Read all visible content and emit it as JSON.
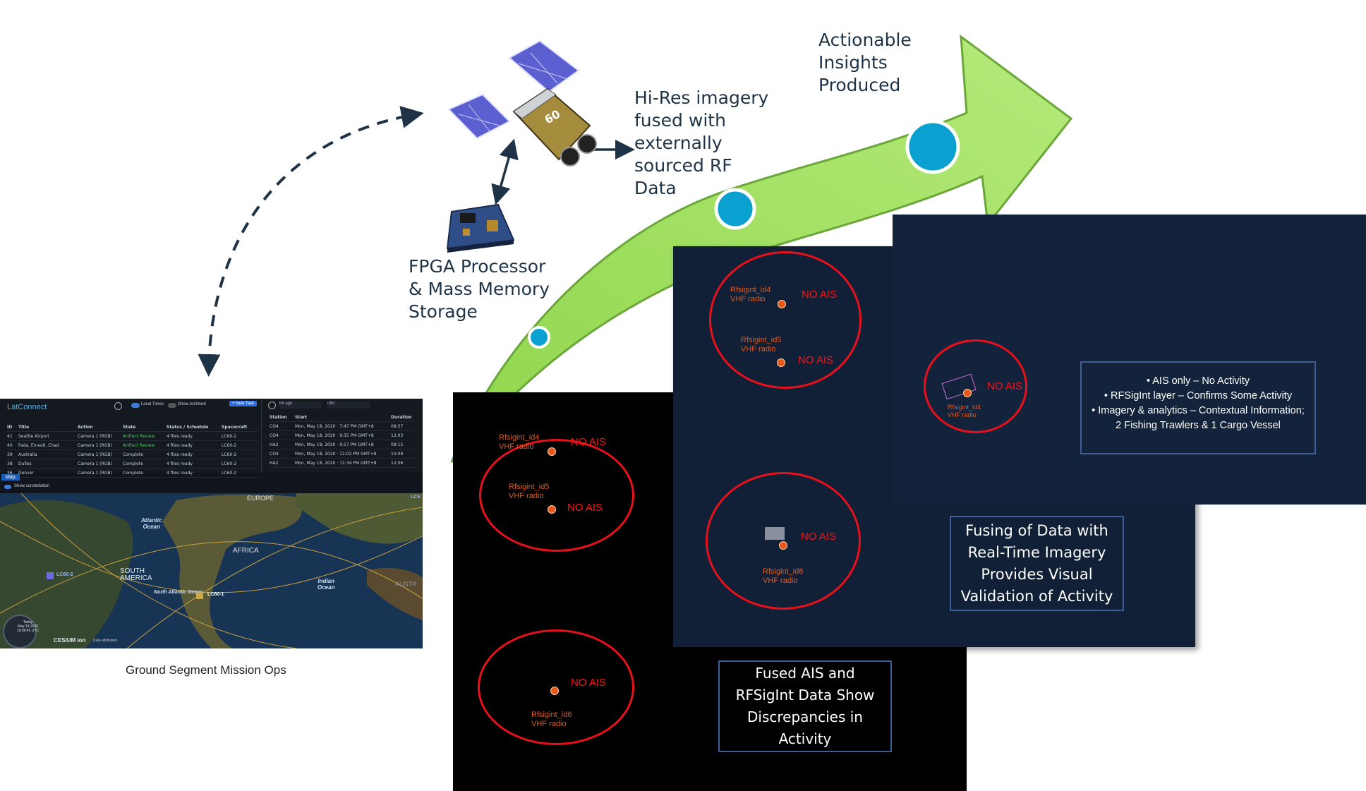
{
  "labels": {
    "actionable": "Actionable\nInsights\nProduced",
    "hires": "Hi-Res imagery\nfused with\nexternally\nsourced RF\nData",
    "fpga": "FPGA Processor\n& Mass Memory\nStorage",
    "ground_caption": "Ground Segment Mission Ops",
    "fused_caption": "Fused AIS and\nRFSigInt Data Show\nDiscrepancies in\nActivity",
    "fusing_caption": "Fusing of Data with\nReal-Time Imagery\nProvides Visual\nValidation of Activity"
  },
  "panel_black": {
    "no_ais": "NO AIS",
    "targets": [
      {
        "label": "Rfsigint_id4\nVHF radio"
      },
      {
        "label": "Rfsigint_id5\nVHF radio"
      },
      {
        "label": "Rfsigint_id6\nVHF radio"
      }
    ]
  },
  "panel_sea": {
    "no_ais": "NO AIS",
    "targets": [
      {
        "label": "Rfsigint_id4\nVHF radio"
      },
      {
        "label": "Rfsigint_id5\nVHF radio"
      },
      {
        "label": "Rfsigint_id6\nVHF radio"
      }
    ]
  },
  "panel_far": {
    "no_ais": "NO AIS",
    "target_label": "Rfsigint_id4\nVHF radio",
    "bullets": [
      "AIS only – No Activity",
      "RFSigInt layer – Confirms Some Activity",
      "Imagery & analytics – Contextual Information;\n2 Fishing Trawlers & 1 Cargo Vessel"
    ]
  },
  "ground_segment": {
    "logo": "LatConnect",
    "toggles": [
      "Local Times",
      "Show Archived"
    ],
    "new_task": "+ New Task",
    "headers": [
      "ID",
      "Title",
      "Action",
      "State",
      "Status / Schedule",
      "Spacecraft"
    ],
    "rows": [
      [
        "41",
        "Seattle Airport",
        "Camera 1 (RGB)",
        "Artifact Review",
        "4 files ready",
        "LC60-2"
      ],
      [
        "40",
        "Fada, Ennedi, Chad",
        "Camera 1 (RGB)",
        "Artifact Review",
        "4 files ready",
        "LC60-2"
      ],
      [
        "39",
        "Australia",
        "Camera 1 (RGB)",
        "Complete",
        "4 files ready",
        "LC60-2"
      ],
      [
        "38",
        "Dulles",
        "Camera 1 (RGB)",
        "Complete",
        "4 files ready",
        "LC60-2"
      ],
      [
        "36",
        "Denver",
        "Camera 1 (RGB)",
        "Complete",
        "4 files ready",
        "LC60-2"
      ]
    ],
    "station_filters": [
      "b8 ago",
      "n8d"
    ],
    "station_headers": [
      "Station",
      "Start",
      "Duration"
    ],
    "station_rows": [
      [
        "CO4",
        "Mon, May 18, 2020 · 7:47 PM GMT+8",
        "08:57"
      ],
      [
        "CO4",
        "Mon, May 18, 2020 · 9:35 PM GMT+8",
        "12:03"
      ],
      [
        "HA2",
        "Mon, May 18, 2020 · 9:17 PM GMT+8",
        "09:15"
      ],
      [
        "CO4",
        "Mon, May 18, 2020 · 11:02 PM GMT+8",
        "10:09"
      ],
      [
        "HA2",
        "Mon, May 18, 2020 · 11:34 PM GMT+8",
        "12:06"
      ]
    ],
    "map_tab": "Map",
    "show_constellation": "Show constellation",
    "map_labels": [
      "Atlantic\nOcean",
      "AFRICA",
      "SOUTH\nAMERICA",
      "Indian\nOcean",
      "North Atlantic Ocean",
      "EUROPE",
      "AUSTR"
    ],
    "sat_labels": [
      "LC60-2",
      "LC60-1",
      "LC6"
    ],
    "clock": "Today\nMay 19 2020\n10:06:42 UTC",
    "cesium": "CESIUM ion",
    "data_attr": "Data attribution"
  },
  "colors": {
    "arrow_green": "#a7e36a",
    "arrow_edge": "#6aa63a",
    "dot_blue": "#0aa0cf",
    "ring_red": "#e8101a",
    "text_dark": "#1f3347"
  }
}
